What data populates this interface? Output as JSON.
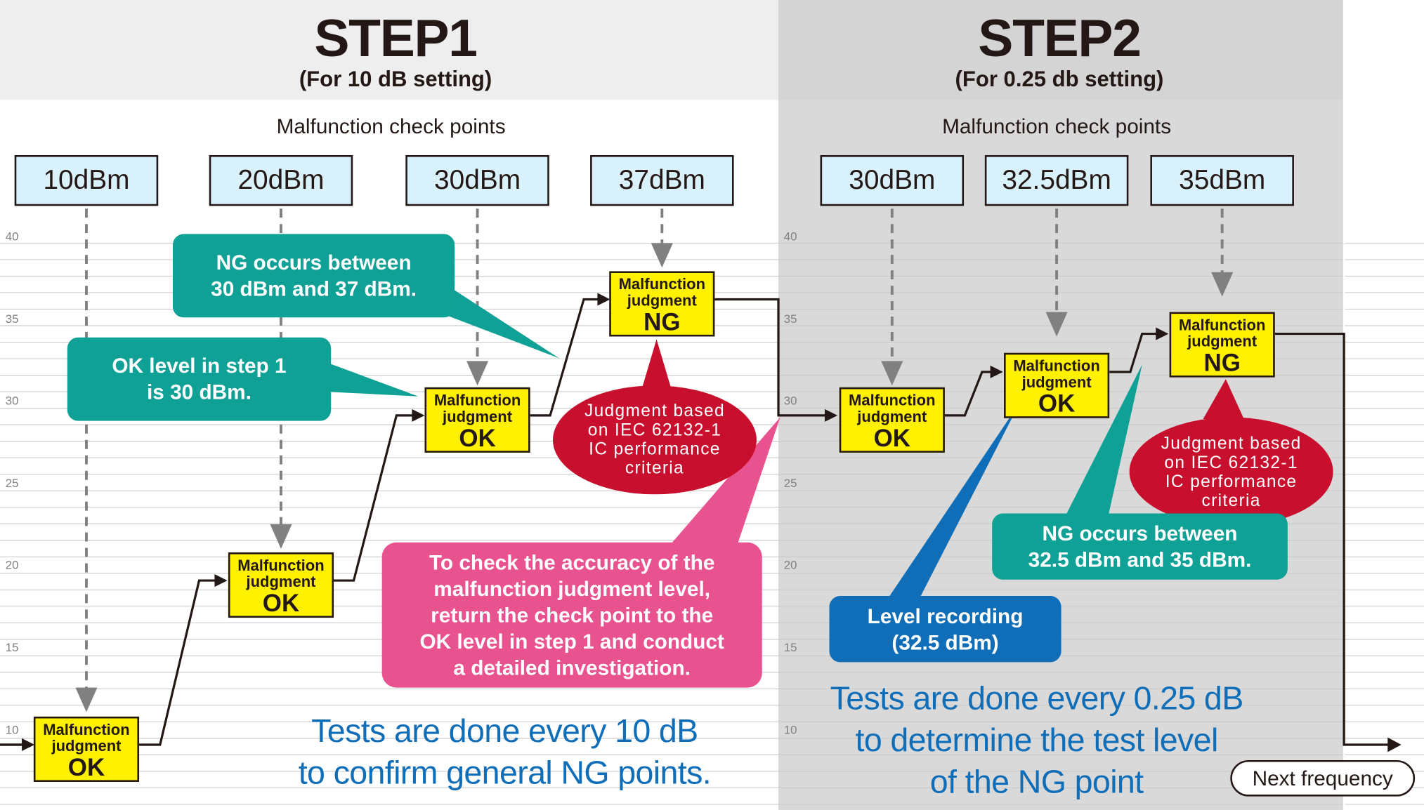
{
  "step1": {
    "title": "STEP1",
    "subtitle": "(For 10 dB setting)",
    "checkpoints_caption": "Malfunction check points",
    "checkpoints": [
      "10dBm",
      "20dBm",
      "30dBm",
      "37dBm"
    ]
  },
  "step2": {
    "title": "STEP2",
    "subtitle": "(For 0.25 db setting)",
    "checkpoints_caption": "Malfunction check points",
    "checkpoints": [
      "30dBm",
      "32.5dBm",
      "35dBm"
    ]
  },
  "axis_ticks": [
    "40",
    "35",
    "30",
    "25",
    "20",
    "15",
    "10"
  ],
  "judgment": {
    "line1": "Malfunction",
    "line2": "judgment",
    "ok": "OK",
    "ng": "NG"
  },
  "callouts": {
    "ng_between_30_37": [
      "NG occurs between",
      "30 dBm and 37 dBm."
    ],
    "ok_level_step1": [
      "OK level in step 1",
      "is 30 dBm."
    ],
    "iec_step1": [
      "Judgment based",
      "on IEC 62132-1",
      "IC performance",
      "criteria"
    ],
    "accuracy_check": [
      "To check the accuracy of the",
      "malfunction judgment level,",
      "return the check point to the",
      "OK level in step 1 and conduct",
      "a detailed investigation."
    ],
    "iec_step2": [
      "Judgment based",
      "on IEC 62132-1",
      "IC performance",
      "criteria"
    ],
    "ng_between_325_35": [
      "NG occurs between",
      "32.5 dBm and 35 dBm."
    ],
    "level_recording": [
      "Level recording",
      "(32.5 dBm)"
    ]
  },
  "notes": {
    "step1": [
      "Tests are done every 10 dB",
      "to confirm general NG points."
    ],
    "step2": [
      "Tests are done every 0.25 dB",
      "to determine the test level",
      "of the NG point"
    ]
  },
  "next_frequency": "Next frequency",
  "colors": {
    "teal": "#0fa195",
    "pink": "#e8528f",
    "blue": "#0f6eb7",
    "red": "#c8102e",
    "yellow": "#fff100",
    "checkpoint_fill": "#d9f1fb",
    "step2_bg": "#d9d9d9",
    "header_bg": "#eeeeee"
  }
}
